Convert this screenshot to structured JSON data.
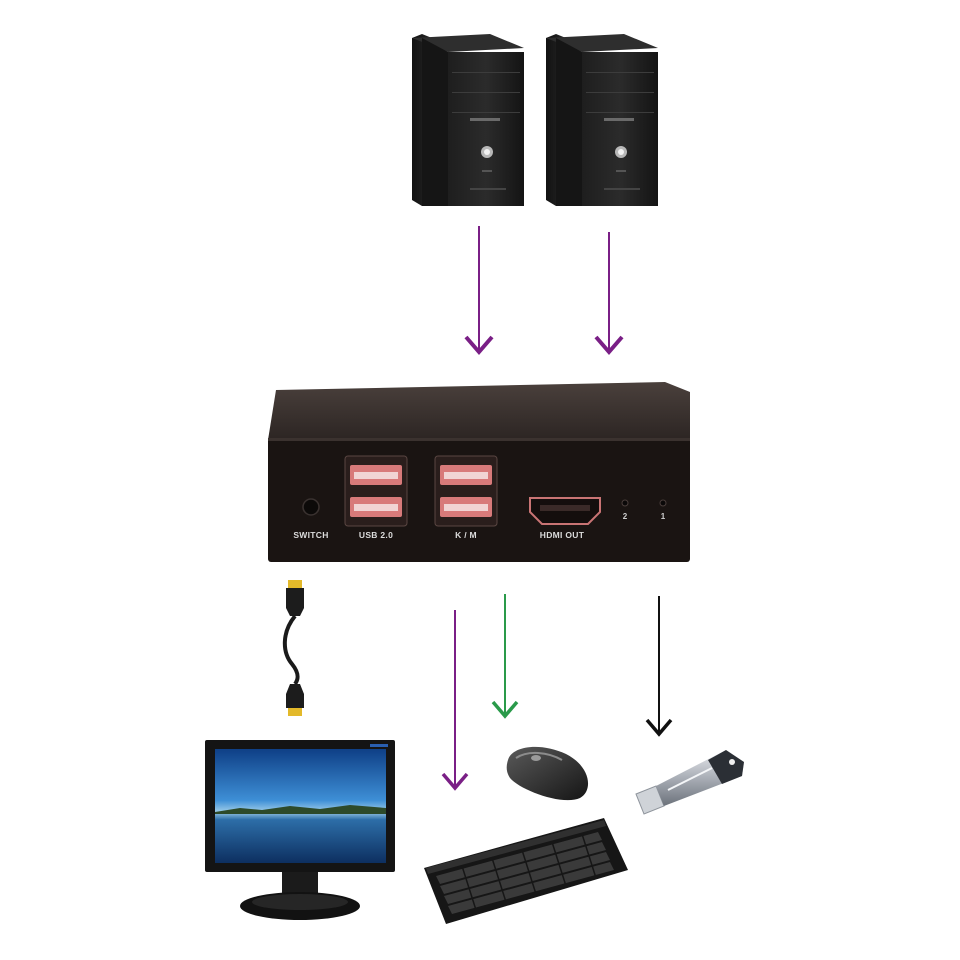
{
  "switch_box": {
    "labels": {
      "switch": "SWITCH",
      "usb": "USB 2.0",
      "km": "K / M",
      "hdmi_out": "HDMI  OUT",
      "led_2": "2",
      "led_1": "1"
    }
  },
  "colors": {
    "arrow_purple": "#7a1f86",
    "arrow_green": "#2a9a4a",
    "arrow_black": "#111111",
    "box_body": "#1a1412",
    "box_top": "#3a322f",
    "usb_port_red": "#d87a7a",
    "hdmi_plug_gold": "#e3b92a"
  },
  "icons": [
    "pc-tower-icon",
    "pc-tower-icon",
    "kvm-switch-icon",
    "hdmi-cable-icon",
    "monitor-icon",
    "keyboard-icon",
    "mouse-icon",
    "usb-flash-drive-icon"
  ]
}
